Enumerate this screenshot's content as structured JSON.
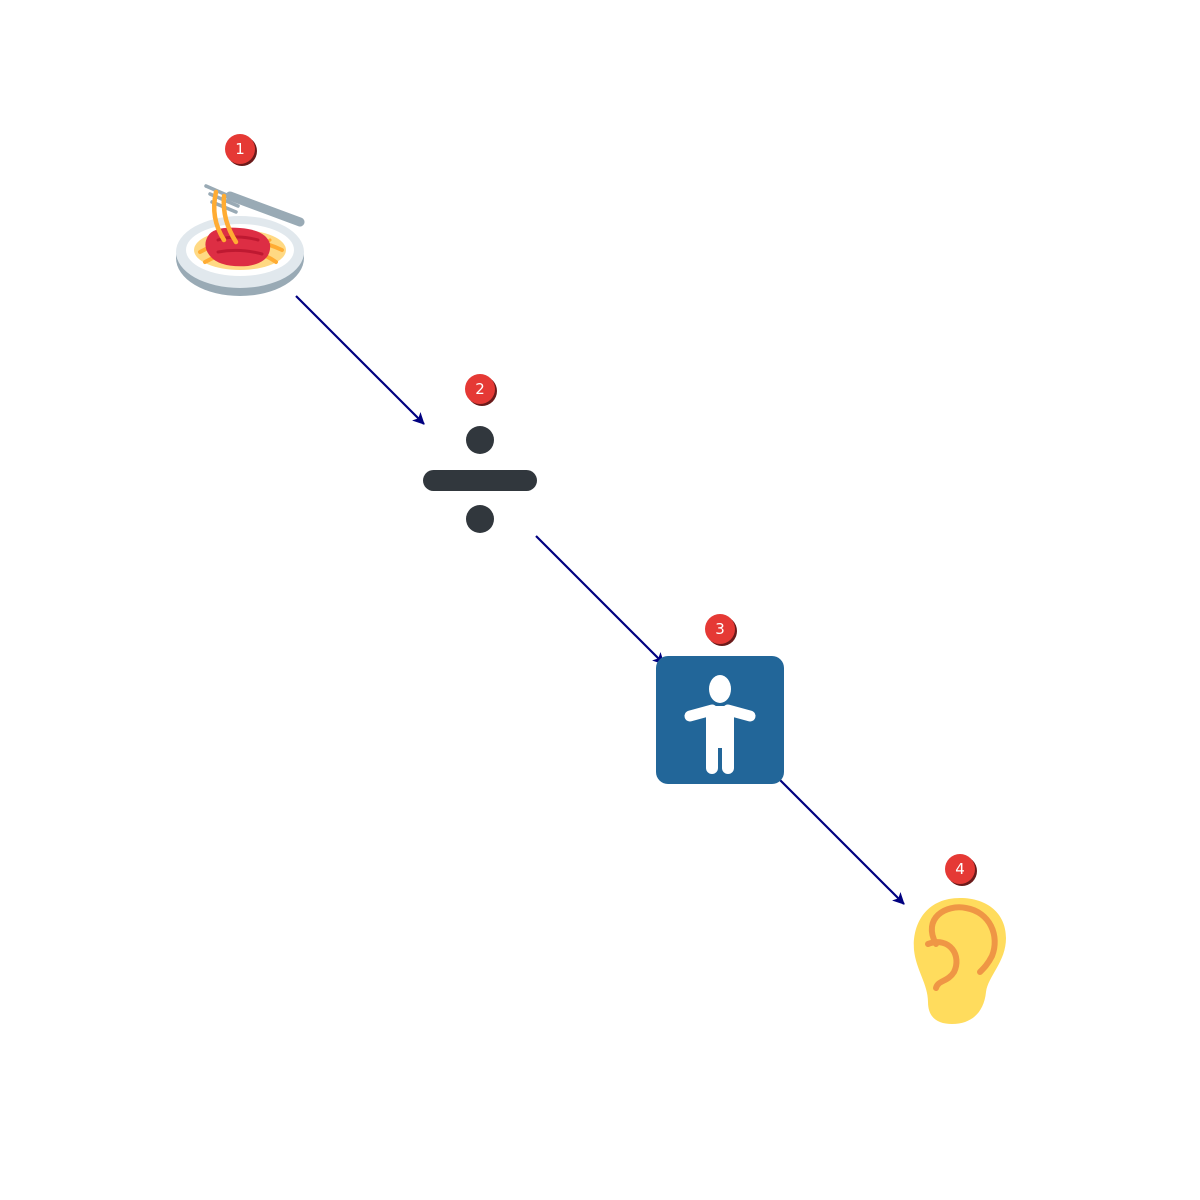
{
  "diagram": {
    "type": "sequence-flow",
    "colors": {
      "arrow": "#000080",
      "badge_fill": "#e53935",
      "badge_shadow": "#6b1a1a",
      "badge_text": "#ffffff"
    },
    "steps": [
      {
        "badge": "1",
        "icon": "spaghetti-icon"
      },
      {
        "badge": "2",
        "icon": "division-sign-icon"
      },
      {
        "badge": "3",
        "icon": "mens-room-icon"
      },
      {
        "badge": "4",
        "icon": "ear-icon"
      }
    ],
    "connections": [
      {
        "from": "1",
        "to": "2"
      },
      {
        "from": "2",
        "to": "3"
      },
      {
        "from": "3",
        "to": "4"
      }
    ]
  }
}
